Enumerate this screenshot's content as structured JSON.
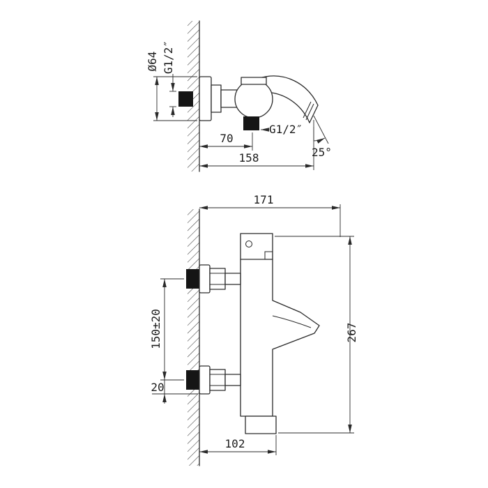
{
  "page": {
    "background": "#ffffff",
    "line_color": "#2a2a2a",
    "kind": "faucet-technical-drawing"
  },
  "drawing": {
    "upper": {
      "dia": "Ø64",
      "thread_wall": "G1/2″",
      "thread_outlet": "G1/2″",
      "offset70": "70",
      "reach158": "158",
      "angle25": "25°"
    },
    "lower": {
      "depth171": "171",
      "centers150": "150±20",
      "offset20": "20",
      "height267": "267",
      "bottom102": "102"
    }
  }
}
